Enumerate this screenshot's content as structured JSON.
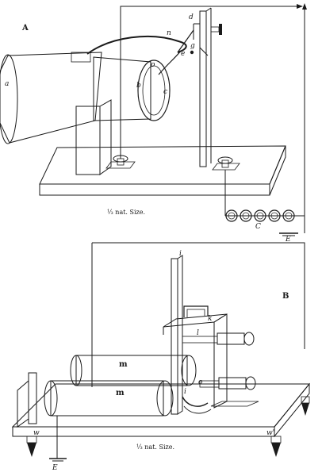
{
  "figures": {
    "a": {
      "label": "A",
      "caption": "⅓ nat. Size.",
      "parts": [
        "a",
        "b",
        "c",
        "o",
        "n",
        "d",
        "e",
        "g",
        "C",
        "E"
      ]
    },
    "b": {
      "label": "B",
      "caption": "⅓ nat. Size.",
      "parts": [
        "i",
        "k",
        "l",
        "m",
        "m",
        "o",
        "i",
        "w",
        "w'",
        "E"
      ]
    }
  },
  "colors": {
    "ink": "#1a1a1a",
    "paper": "#ffffff"
  }
}
